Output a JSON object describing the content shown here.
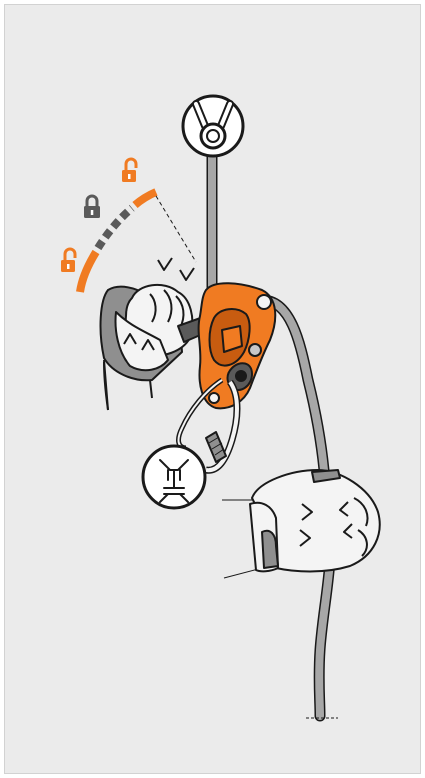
{
  "illustration": {
    "colors": {
      "background": "#ebebeb",
      "frame_border": "#d2d2d2",
      "device_orange": "#f07b22",
      "device_orange_dark": "#c85c10",
      "lock_gray": "#5a5a5a",
      "glove_dark": "#8f8f8f",
      "glove_light": "#f4f4f4",
      "outline": "#1a1a1a",
      "rope": "#a7a7a7"
    },
    "icons": [
      "anchor-icon",
      "harness-icon",
      "lock-closed-icon",
      "lock-open-icon"
    ],
    "lock_states": [
      "open",
      "closed",
      "open"
    ]
  }
}
